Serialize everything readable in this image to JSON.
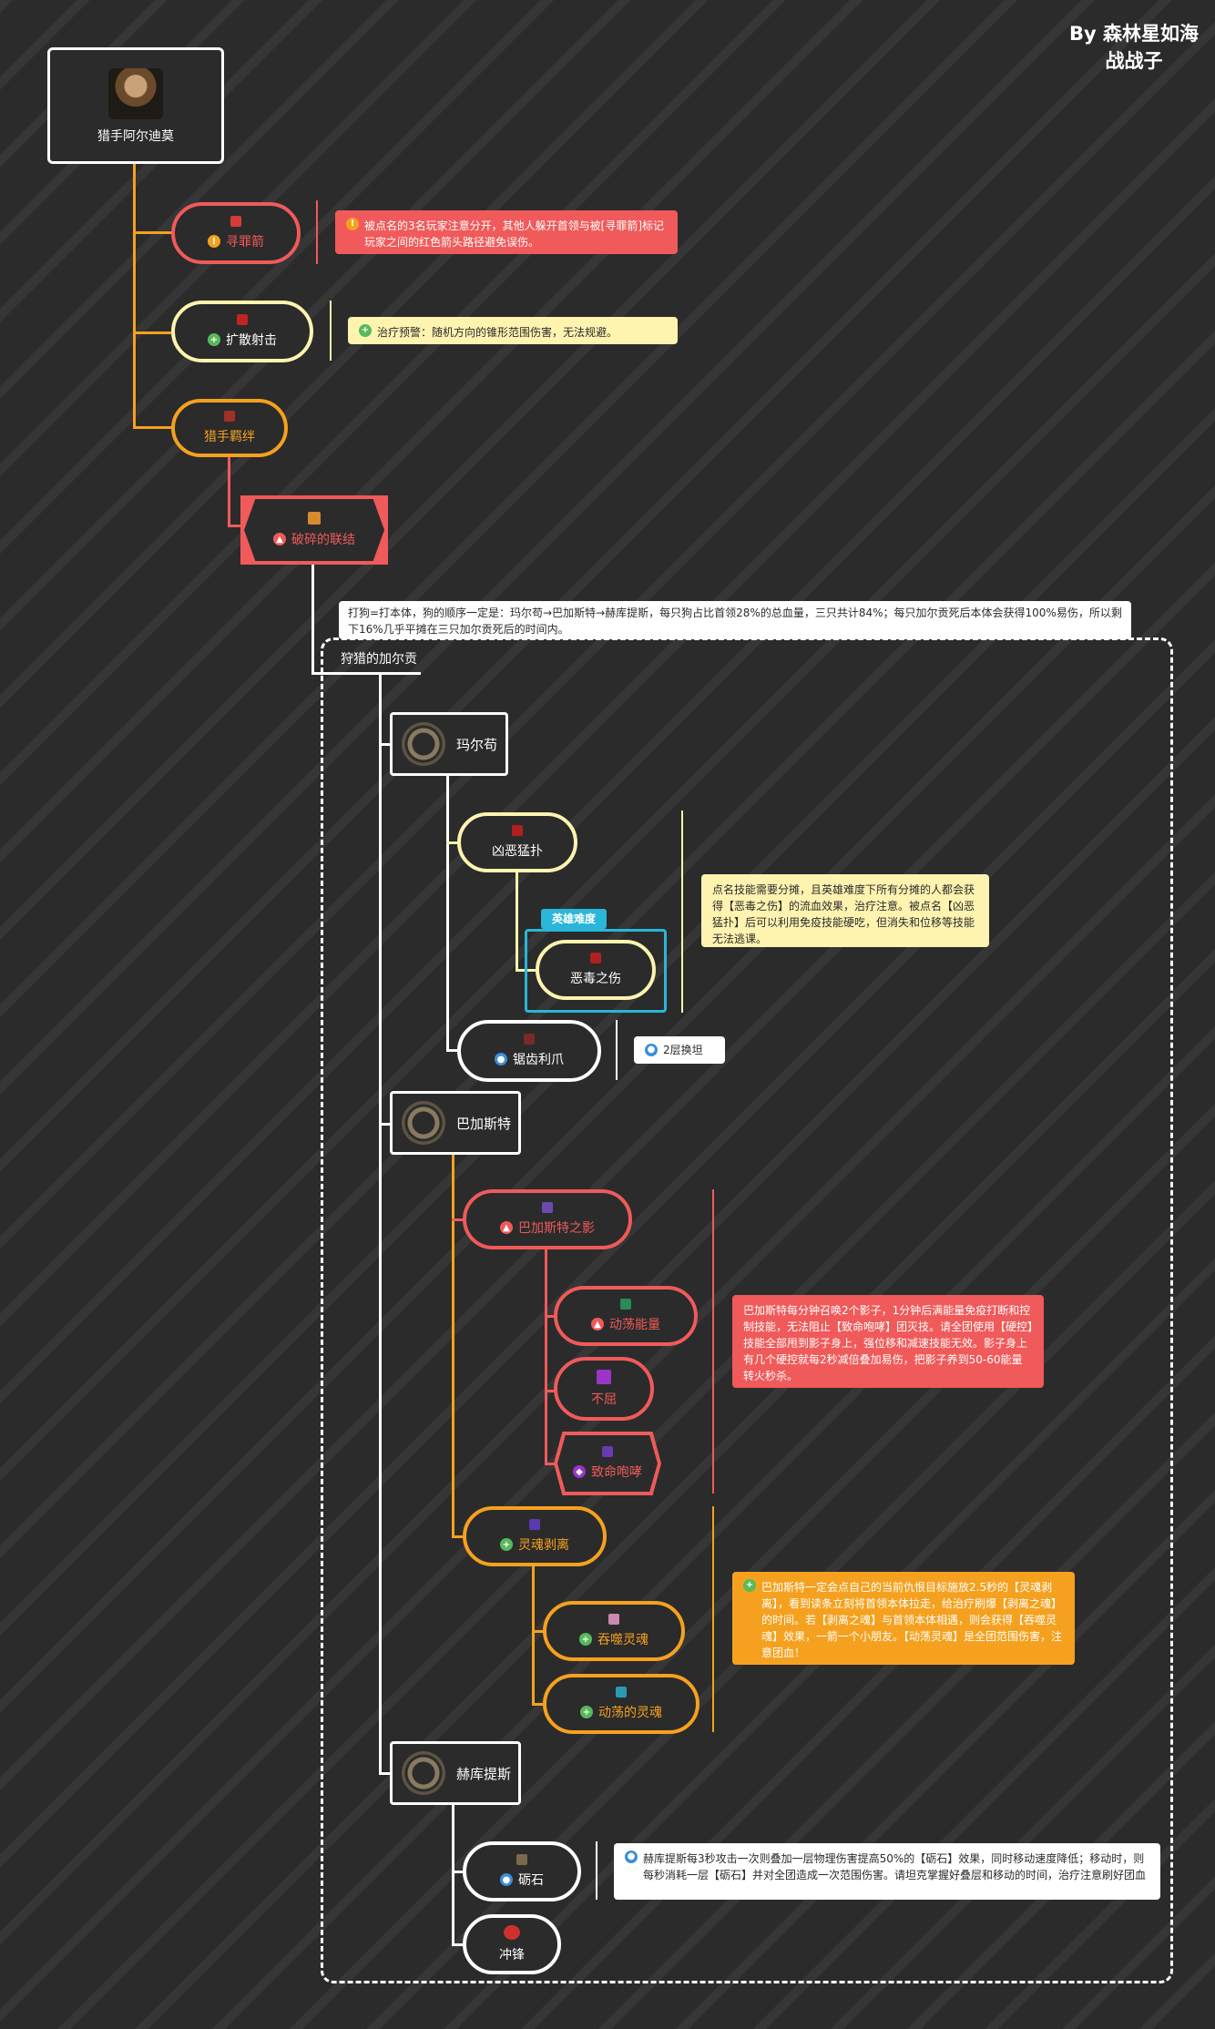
{
  "credit": {
    "line1": "By 森林星如海",
    "line2": "战战子"
  },
  "root": {
    "title": "猎手阿尔迪莫"
  },
  "abilities": [
    {
      "name": "寻罪箭",
      "note": "被点名的3名玩家注意分开，其他人躲开首领与被[寻罪箭]标记玩家之间的红色箭头路径避免误伤。"
    },
    {
      "name": "扩散射击",
      "note": "治疗预警：随机方向的锥形范围伤害，无法规避。"
    },
    {
      "name": "猎手羁绊"
    }
  ],
  "bond": {
    "name": "破碎的联结",
    "note": "打狗=打本体，狗的顺序一定是：玛尔苟→巴加斯特→赫库提斯，每只狗占比首领28%的总血量，三只共计84%；每只加尔贡死后本体会获得100%易伤，所以剩下16%几乎平摊在三只加尔贡死后的时间内。"
  },
  "group": {
    "title": "狩猎的加尔贡"
  },
  "dogs": [
    {
      "name": "玛尔苟"
    },
    {
      "name": "巴加斯特"
    },
    {
      "name": "赫库提斯"
    }
  ],
  "margo": {
    "pounce": "凶恶猛扑",
    "heroic": "英雄难度",
    "wound": "恶毒之伤",
    "pounce_note": "点名技能需要分摊，且英雄难度下所有分摊的人都会获得【恶毒之伤】的流血效果，治疗注意。被点名【凶恶猛扑】后可以利用免疫技能硬吃，但消失和位移等技能无法逃课。",
    "claw": "锯齿利爪",
    "claw_note": "2层换坦"
  },
  "bargast": {
    "shadow": "巴加斯特之影",
    "sub": [
      "动荡能量",
      "不屈",
      "致命咆哮"
    ],
    "shadow_note": "巴加斯特每分钟召唤2个影子，1分钟后满能量免疫打断和控制技能，无法阻止【致命咆哮】团灭技。请全团使用【硬控】技能全部甩到影子身上，强位移和减速技能无效。影子身上有几个硬控就每2秒减倍叠加易伤，把影子养到50-60能量转火秒杀。",
    "rend": "灵魂剥离",
    "rend_sub": [
      "吞噬灵魂",
      "动荡的灵魂"
    ],
    "rend_note": "巴加斯特一定会点自己的当前仇恨目标施放2.5秒的【灵魂剥离】，看到读条立刻将首领本体拉走，给治疗刷爆【剥离之魂】的时间。若【剥离之魂】与首领本体相遇，则会获得【吞噬灵魂】效果，一箭一个小朋友。【动荡灵魂】是全团范围伤害，注意团血！"
  },
  "hecutis": {
    "whet": "砺石",
    "whet_note": "赫库提斯每3秒攻击一次则叠加一层物理伤害提高50%的【砺石】效果，同时移动速度降低；移动时，则每秒消耗一层【砺石】并对全团造成一次范围伤害。请坦克掌握好叠层和移动的时间，治疗注意刷好团血",
    "charge": "冲锋"
  },
  "colors": {
    "red": "#f05a5a",
    "yellow": "#fff3b0",
    "orange": "#f5a11f",
    "white": "#ffffff",
    "cyan": "#29b6d8",
    "bg": "#2b2b2b"
  }
}
